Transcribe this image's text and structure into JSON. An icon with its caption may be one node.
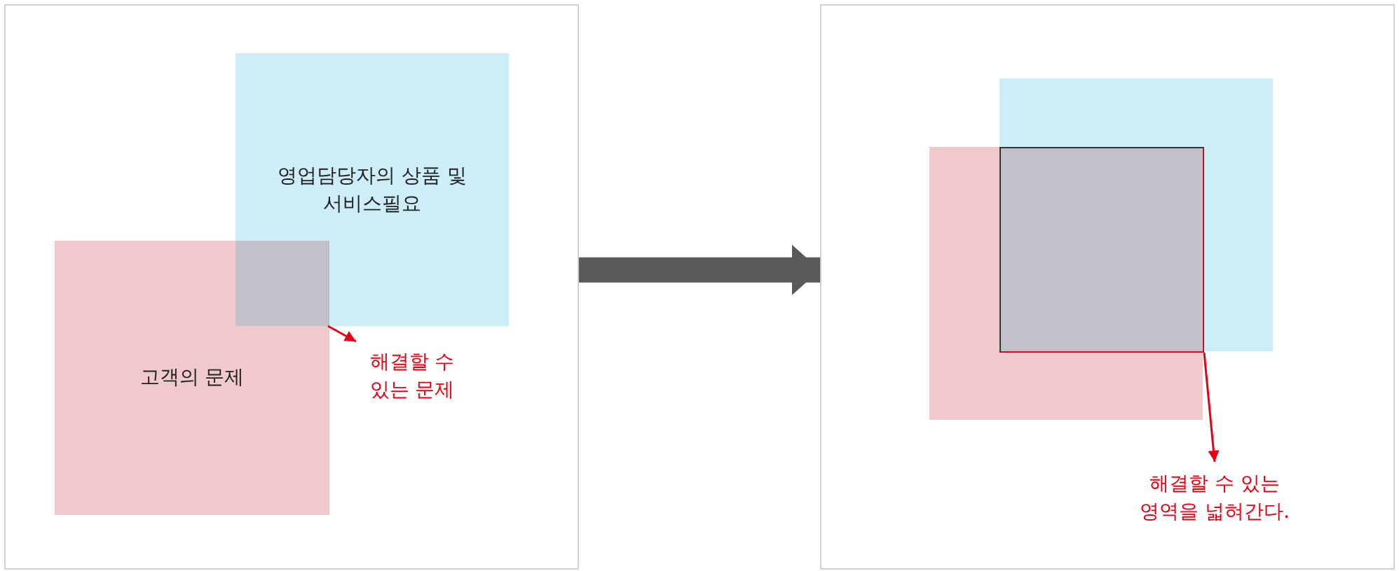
{
  "diagram": {
    "nodes": [
      {
        "text": [],
        "shape": "box"
      },
      {
        "text": [
          "영업담당자의 상품 및 서비스필요"
        ],
        "in": 0
      },
      {
        "text": [
          "고객의 문제"
        ],
        "in": 0
      },
      {
        "text": [],
        "shape": "box"
      },
      {
        "text": [
          "해결할 수 있는 문제"
        ],
        "in": 0
      },
      {
        "text": [],
        "shape": "box"
      },
      {
        "text": [],
        "shape": "box",
        "in": 5
      },
      {
        "text": [],
        "shape": "box",
        "in": 5
      },
      {
        "text": [],
        "shape": "box"
      },
      {
        "text": [
          "해결할 수 있는 영역을 넓혀간다."
        ],
        "in": 5
      }
    ],
    "edges": [
      {
        "from": 0,
        "to": 5,
        "arrow": "to",
        "style": "thick",
        "color": "#595959"
      },
      {
        "from": 3,
        "to": 4,
        "arrow": "to",
        "color": "#e60012"
      },
      {
        "from": 8,
        "to": 9,
        "arrow": "to",
        "color": "#e60012"
      }
    ]
  }
}
